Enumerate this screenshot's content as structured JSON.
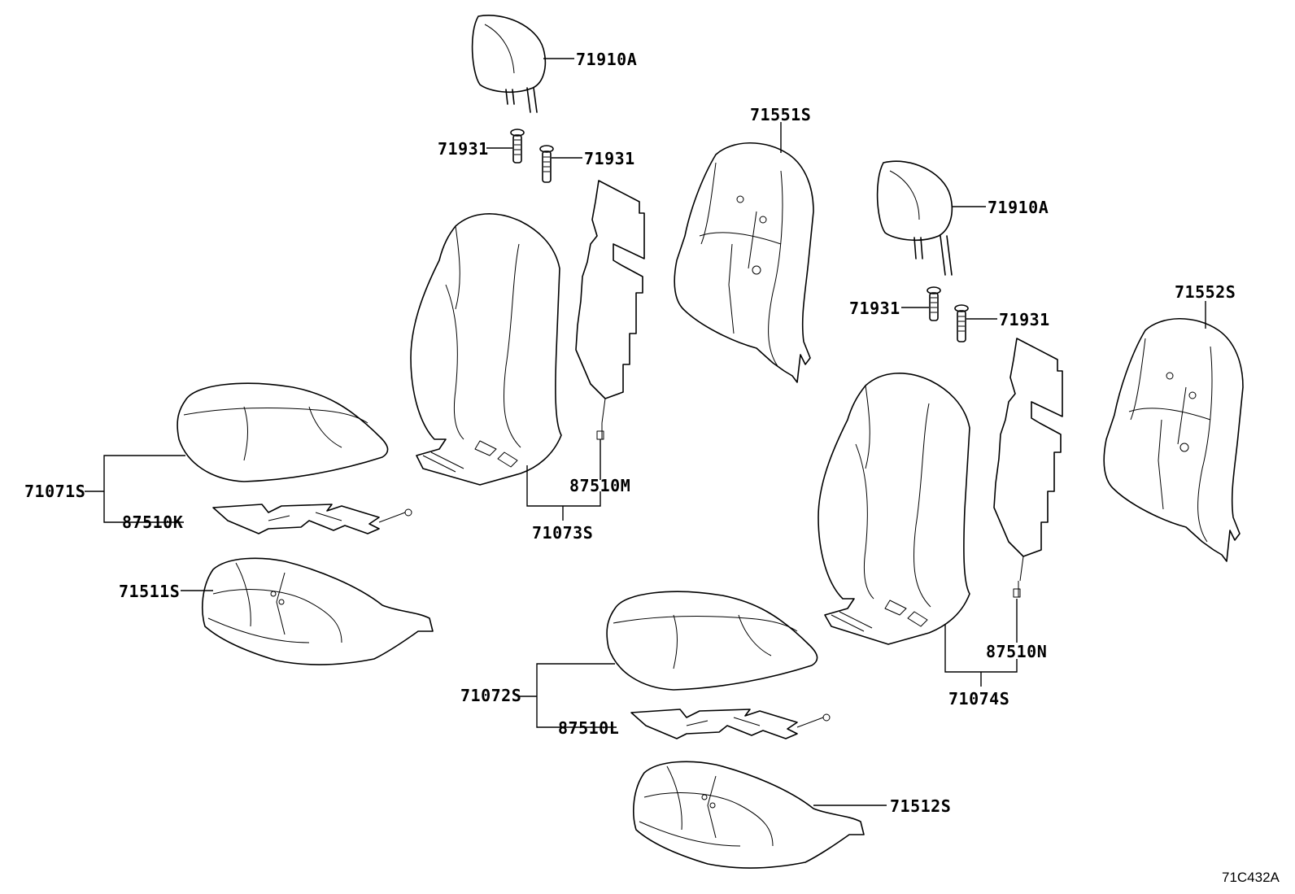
{
  "figure_id": "71C432A",
  "callouts": {
    "headrest_left": "71910A",
    "headrest_right": "71910A",
    "guide_l1": "71931",
    "guide_l2": "71931",
    "guide_r1": "71931",
    "guide_r2": "71931",
    "back_cover_pad_left": "71551S",
    "back_cover_pad_right": "71552S",
    "cushion_cover_left": "71071S",
    "cushion_heater_left": "87510K",
    "cushion_pad_left": "71511S",
    "back_assembly_left": "71073S",
    "back_heater_left": "87510M",
    "cushion_cover_right": "71072S",
    "cushion_heater_right": "87510L",
    "cushion_pad_right": "71512S",
    "back_assembly_right": "71074S",
    "back_heater_right": "87510N"
  }
}
